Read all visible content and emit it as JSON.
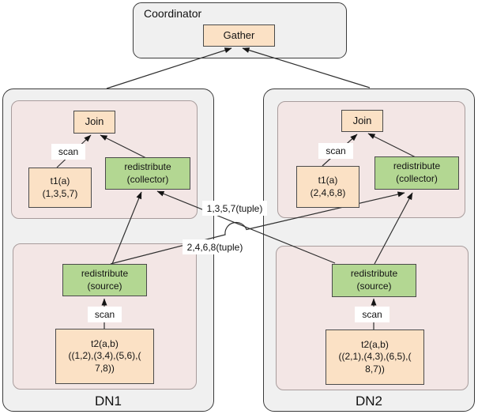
{
  "coordinator": {
    "label": "Coordinator",
    "gather_label": "Gather"
  },
  "dn1": {
    "label": "DN1",
    "join_label": "Join",
    "scan_upper": "scan",
    "scan_lower": "scan",
    "t1_line1": "t1(a)",
    "t1_line2": "(1,3,5,7)",
    "collector_line1": "redistribute",
    "collector_line2": "(collector)",
    "source_line1": "redistribute",
    "source_line2": "(source)",
    "t2_line1": "t2(a,b)",
    "t2_line2": "((1,2),(3,4),(5,6),(",
    "t2_line3": "7,8))"
  },
  "dn2": {
    "label": "DN2",
    "join_label": "Join",
    "scan_upper": "scan",
    "scan_lower": "scan",
    "t1_line1": "t1(a)",
    "t1_line2": "(2,4,6,8)",
    "collector_line1": "redistribute",
    "collector_line2": "(collector)",
    "source_line1": "redistribute",
    "source_line2": "(source)",
    "t2_line1": "t2(a,b)",
    "t2_line2": "((2,1),(4,3),(6,5),(",
    "t2_line3": "8,7))"
  },
  "edge_labels": {
    "tuple_to_dn1": "1,3,5,7(tuple)",
    "tuple_to_dn2": "2,4,6,8(tuple)"
  },
  "colors": {
    "node_peach": "#fbe1c5",
    "node_green": "#b3d792",
    "panel_gray": "#f0f0f0",
    "inner_pink": "#f3e6e5",
    "edge": "#2f2f2f",
    "label_bg": "#ffffff"
  }
}
